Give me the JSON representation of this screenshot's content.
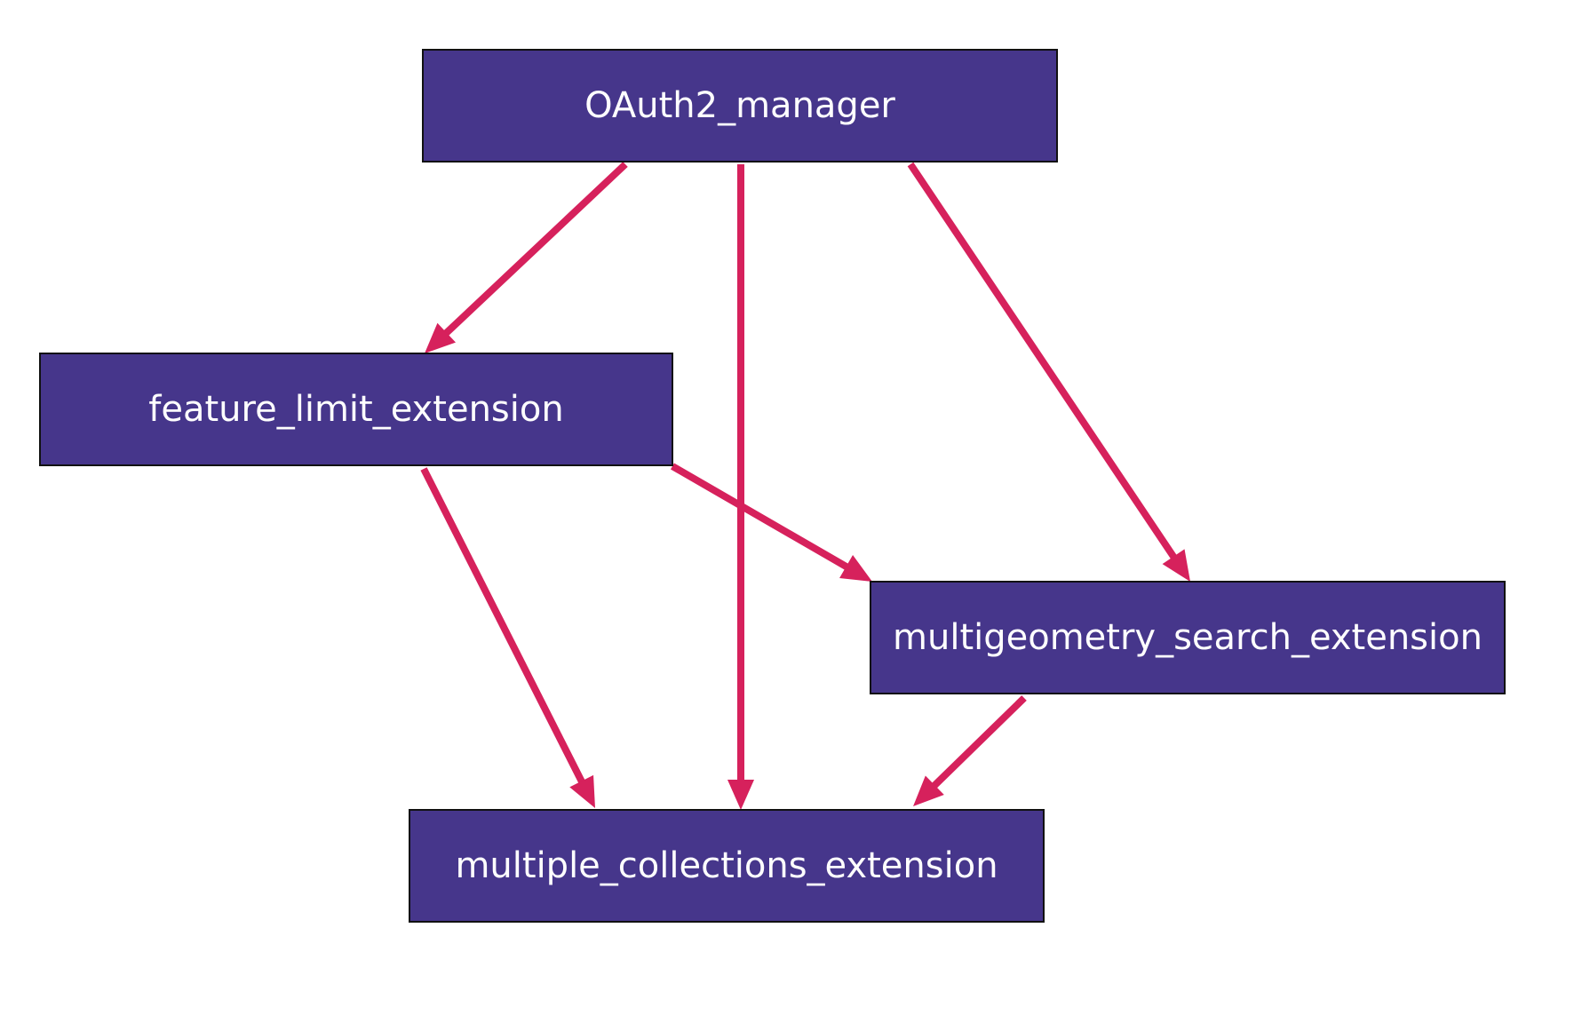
{
  "colors": {
    "node_fill": "#46368B",
    "node_text": "#FFFFFF",
    "edge": "#D6215C",
    "background": "#FFFFFF"
  },
  "nodes": [
    {
      "id": "oauth2_manager",
      "label": "OAuth2_manager"
    },
    {
      "id": "feature_limit_extension",
      "label": "feature_limit_extension"
    },
    {
      "id": "multigeometry_search_extension",
      "label": "multigeometry_search_extension"
    },
    {
      "id": "multiple_collections_extension",
      "label": "multiple_collections_extension"
    }
  ],
  "edges": [
    {
      "from": "oauth2_manager",
      "to": "feature_limit_extension"
    },
    {
      "from": "oauth2_manager",
      "to": "multiple_collections_extension"
    },
    {
      "from": "oauth2_manager",
      "to": "multigeometry_search_extension"
    },
    {
      "from": "feature_limit_extension",
      "to": "multigeometry_search_extension"
    },
    {
      "from": "feature_limit_extension",
      "to": "multiple_collections_extension"
    },
    {
      "from": "multigeometry_search_extension",
      "to": "multiple_collections_extension"
    }
  ]
}
